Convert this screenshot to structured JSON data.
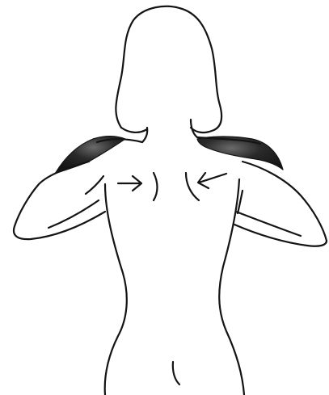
{
  "figure": {
    "subject": "back-view-shoulder-exercise",
    "colors": {
      "background": "#ffffff",
      "ink": "#141414",
      "shade_dark": "#1c1c1c",
      "shade_mid": "#5a5a5a"
    },
    "highlighted_regions": [
      "left-shoulder",
      "right-shoulder"
    ],
    "arrows": [
      {
        "name": "left-arrow",
        "direction": "right"
      },
      {
        "name": "right-arrow",
        "direction": "left"
      }
    ]
  }
}
